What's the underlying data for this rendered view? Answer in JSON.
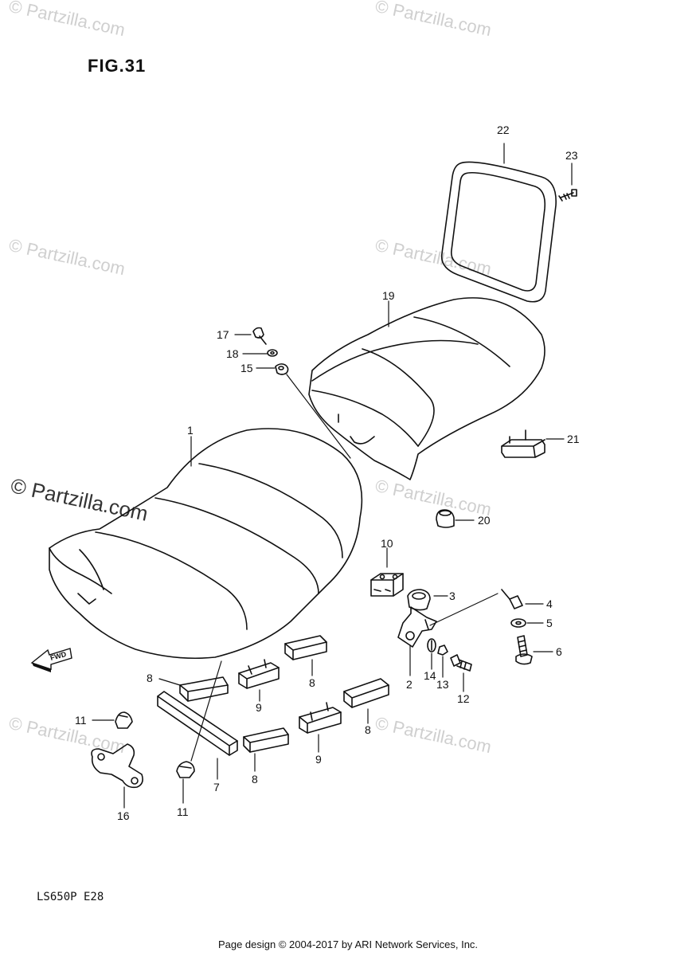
{
  "figure": {
    "title": "FIG.31",
    "model": "LS650P  E28"
  },
  "footer": {
    "text": "Page design © 2004-2017 by ARI Network Services, Inc."
  },
  "watermarks": [
    "© Partzilla.com",
    "© Partzilla.com",
    "© Partzilla.com",
    "© Partzilla.com",
    "© Partzilla.com",
    "© Partzilla.com",
    "© Partzilla.com",
    "© Partzilla.com"
  ],
  "callouts": [
    "1",
    "2",
    "3",
    "4",
    "5",
    "6",
    "7",
    "8",
    "8",
    "8",
    "8",
    "9",
    "9",
    "10",
    "11",
    "11",
    "12",
    "13",
    "14",
    "15",
    "16",
    "17",
    "18",
    "19",
    "20",
    "21",
    "22",
    "23"
  ],
  "icons": {
    "forward_arrow": "fwd-arrow-icon",
    "forward_text": "FWD"
  }
}
